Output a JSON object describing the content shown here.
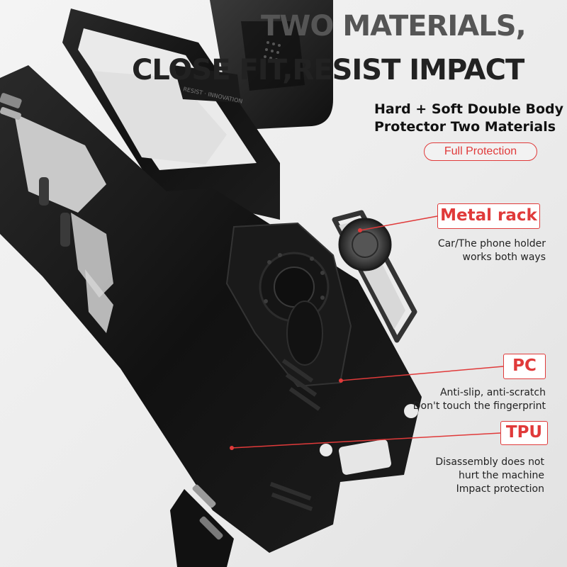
{
  "headline": {
    "line1": "TWO MATERIALS,",
    "line2": "CLOSE FIT,RESIST IMPACT"
  },
  "subheading": {
    "line1": "Hard + Soft Double Body",
    "line2": "Protector Two Materials"
  },
  "badge": "Full Protection",
  "callouts": [
    {
      "title": "Metal rack",
      "lines": [
        "Car/The phone holder",
        "works both ways"
      ]
    },
    {
      "title": "PC",
      "lines": [
        "Anti-slip, anti-scratch",
        "Don't touch the fingerprint"
      ]
    },
    {
      "title": "TPU",
      "lines": [
        "Disassembly does not",
        "hurt the machine",
        "Impact protection"
      ]
    }
  ],
  "colors": {
    "accent": "#e03a3a",
    "case": "#141414",
    "background": "#eeeeee"
  }
}
